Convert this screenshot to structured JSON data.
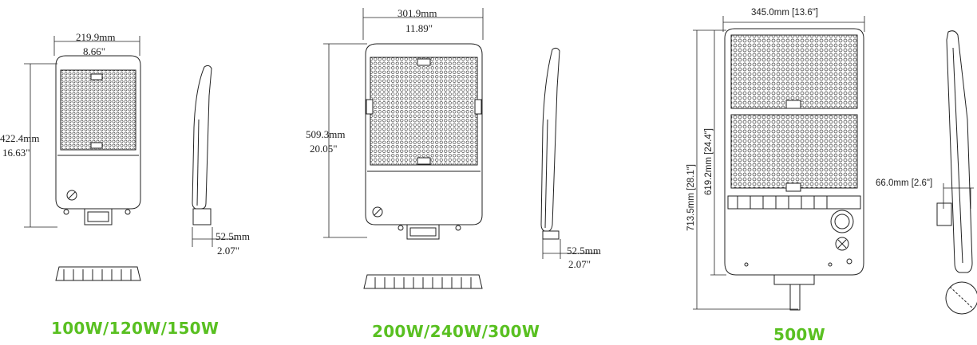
{
  "colors": {
    "accent_green": "#59c021",
    "line": "#222222"
  },
  "models": [
    {
      "wattage": "100W/120W/150W",
      "width_mm": "219.9mm",
      "width_in": "8.66\"",
      "height_mm": "422.4mm",
      "height_in": "16.63\"",
      "depth_mm": "52.5mm",
      "depth_in": "2.07\""
    },
    {
      "wattage": "200W/240W/300W",
      "width_mm": "301.9mm",
      "width_in": "11.89\"",
      "height_mm": "509.3mm",
      "height_in": "20.05\"",
      "depth_mm": "52.5mm",
      "depth_in": "2.07\""
    },
    {
      "wattage": "500W",
      "width": "345.0mm [13.6\"]",
      "height_total": "713.5mm [28.1\"]",
      "height_body": "619.2mm [24.4\"]",
      "depth": "66.0mm [2.6\"]"
    }
  ]
}
